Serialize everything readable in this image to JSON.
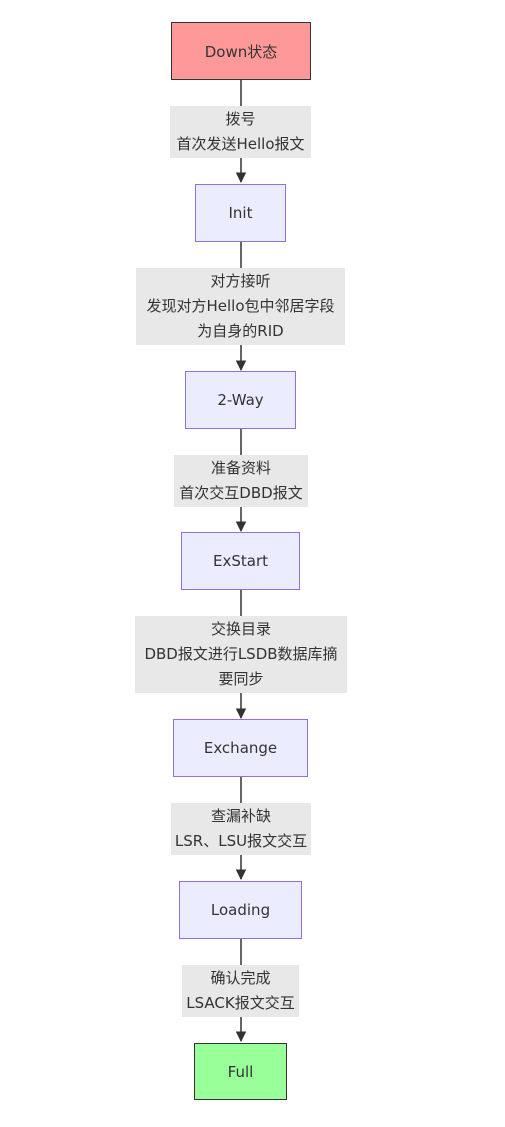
{
  "colors": {
    "start_fill": "#FF9999",
    "end_fill": "#99FF99",
    "state_fill": "#ECECFF",
    "state_border": "#9370DB",
    "edge_label_bg": "#E8E8E8",
    "edge_line": "#333333"
  },
  "states": [
    {
      "label": "Down状态"
    },
    {
      "label": "Init"
    },
    {
      "label": "2-Way"
    },
    {
      "label": "ExStart"
    },
    {
      "label": "Exchange"
    },
    {
      "label": "Loading"
    },
    {
      "label": "Full"
    }
  ],
  "transitions": [
    {
      "lines": [
        "拨号",
        "首次发送Hello报文"
      ]
    },
    {
      "lines": [
        "对方接听",
        "发现对方Hello包中邻居字段",
        "为自身的RID"
      ]
    },
    {
      "lines": [
        "准备资料",
        "首次交互DBD报文"
      ]
    },
    {
      "lines": [
        "交换目录",
        "DBD报文进行LSDB数据库摘",
        "要同步"
      ]
    },
    {
      "lines": [
        "查漏补缺",
        "LSR、LSU报文交互"
      ]
    },
    {
      "lines": [
        "确认完成",
        "LSACK报文交互"
      ]
    }
  ]
}
